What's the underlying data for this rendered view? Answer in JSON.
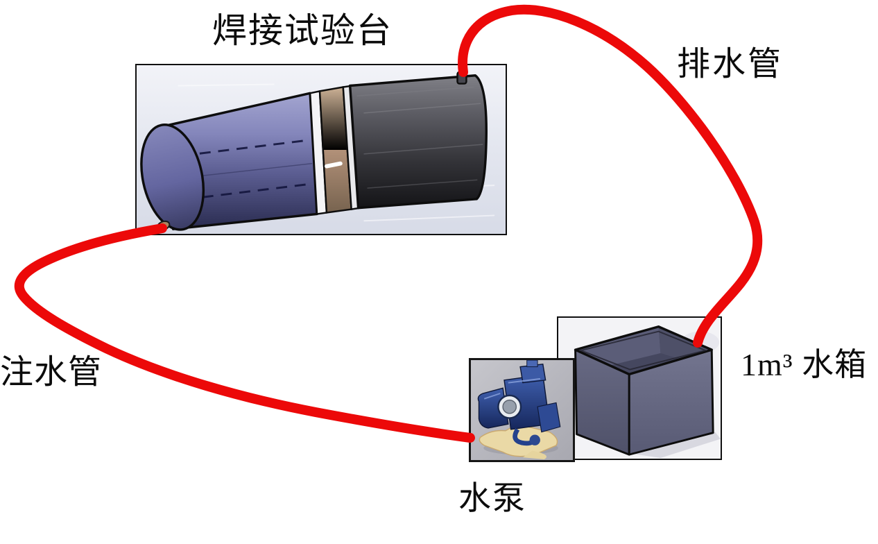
{
  "labels": {
    "bench": "焊接试验台",
    "drain": "排水管",
    "inject": "注水管",
    "pump": "水泵",
    "tank": "1m³ 水箱"
  },
  "diagram": {
    "type": "equipment-flow-diagram",
    "background": "#ffffff",
    "components": [
      {
        "id": "bench",
        "label": "焊接试验台",
        "depicts": "welded pipe joint assembly (purple inner pipe, tan weld collar, black outer pipe)"
      },
      {
        "id": "pump",
        "label": "水泵",
        "depicts": "blue water pump photo"
      },
      {
        "id": "tank",
        "label": "1m³ 水箱",
        "depicts": "open-top cubic water tank"
      }
    ],
    "connections": [
      {
        "id": "drain-hose",
        "label": "排水管",
        "from": "焊接试验台",
        "to": "1m³ 水箱",
        "color": "#ec0909"
      },
      {
        "id": "inject-hose",
        "label": "注水管",
        "from": "水泵",
        "to": "焊接试验台",
        "color": "#ec0909"
      }
    ],
    "colors": {
      "hose_red": "#ec0909",
      "outline_black": "#0d0d0d",
      "bench_pipe_purple": "#6b6da6",
      "bench_pipe_black": "#2b2b30",
      "weld_collar_tan": "#b2937a",
      "tank_slate": "#636581",
      "pump_blue": "#30509a"
    }
  }
}
